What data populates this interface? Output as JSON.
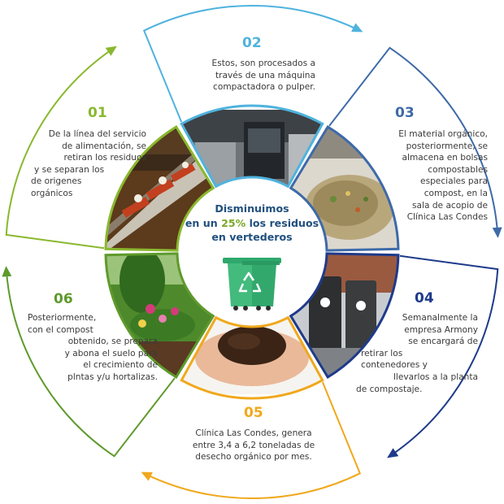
{
  "center": {
    "line1": "Disminuimos",
    "line2_pre": "en un ",
    "line2_highlight": "25%",
    "line2_post": " los residuos",
    "line3": "en vertederos",
    "icon": "recycling-bin-icon"
  },
  "steps": [
    {
      "number": "01",
      "color": "#8ab82e",
      "lines": [
        "De la línea del servicio",
        "de alimentación, se",
        "retiran los residuos",
        "y se separan los",
        "de origenes",
        "orgánicos"
      ],
      "photo": "cafeteria-tray-line"
    },
    {
      "number": "02",
      "color": "#4fb3de",
      "lines": [
        "Estos, son procesados a",
        "través de una máquina",
        "compactadora o pulper."
      ],
      "photo": "compactor-machine"
    },
    {
      "number": "03",
      "color": "#3e6aa8",
      "lines": [
        "El material orgánico,",
        "posteriormente, se",
        "almacena en bolsas",
        "compostables",
        "especiales para",
        "compost, en la",
        "sala de acopio de",
        "Clínica Las Condes"
      ],
      "photo": "compost-bag"
    },
    {
      "number": "04",
      "color": "#1e3a8a",
      "lines": [
        "Semanalmente la",
        "empresa Armony",
        "se encargará de",
        "retirar los",
        "contenedores y",
        "llevarlos a la planta",
        "de compostaje."
      ],
      "photo": "waste-containers"
    },
    {
      "number": "05",
      "color": "#f0a81c",
      "lines": [
        "Clínica Las Condes, genera",
        "entre 3,4 a 6,2 toneladas de",
        "desecho orgánico por mes."
      ],
      "photo": "hands-with-soil"
    },
    {
      "number": "06",
      "color": "#5e9a2c",
      "lines": [
        "Posteriormente,",
        "con el compost",
        "obtenido, se prepara",
        "y abona el suelo para",
        "el crecimiento de",
        "plntas y/u hortalizas."
      ],
      "photo": "garden-flowers"
    }
  ]
}
